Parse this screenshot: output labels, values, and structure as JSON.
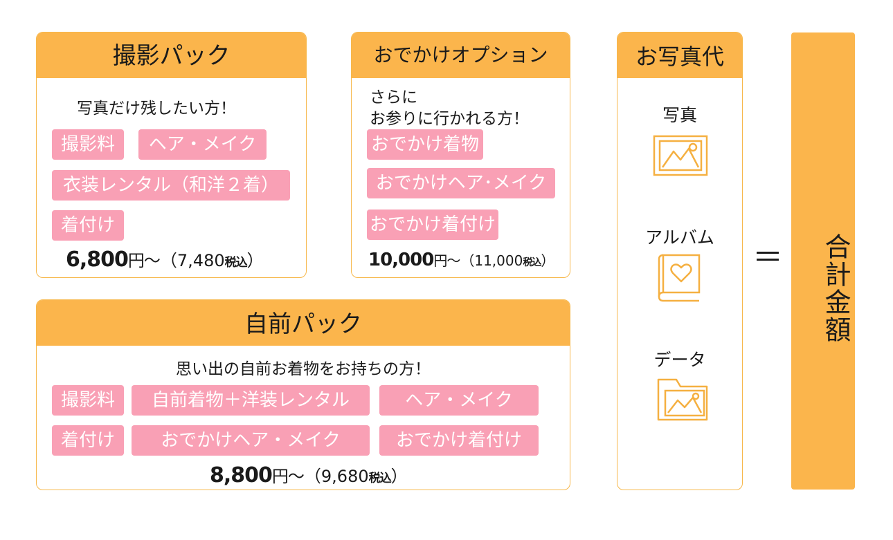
{
  "satsuei_pack": {
    "title": "撮影パック",
    "subtitle": "写真だけ残したい方！",
    "tags": [
      "撮影料",
      "ヘア・メイク",
      "衣装レンタル（和洋２着）",
      "着付け"
    ],
    "price": {
      "amount": "6,800",
      "yen": "円",
      "tail": "〜（7,480",
      "zei": "税込",
      "close": "）"
    }
  },
  "odekake_option": {
    "title": "おでかけオプション",
    "subtitle_line1": "さらに",
    "subtitle_line2": "お参りに行かれる方！",
    "tags": [
      "おでかけ着物",
      "おでかけヘア･メイク",
      "おでかけ着付け"
    ],
    "price": {
      "amount": "10,000",
      "yen": "円",
      "tail": "〜（11,000",
      "zei": "税込",
      "close": "）"
    }
  },
  "jizen_pack": {
    "title": "自前パック",
    "subtitle": "思い出の自前お着物をお持ちの方！",
    "tags": [
      "撮影料",
      "自前着物＋洋装レンタル",
      "ヘア・メイク",
      "着付け",
      "おでかけヘア・メイク",
      "おでかけ着付け"
    ],
    "price": {
      "amount": "8,800",
      "yen": "円",
      "tail": "〜（9,680",
      "zei": "税込",
      "close": "）"
    }
  },
  "photo_fee": {
    "title": "お写真代",
    "items": [
      {
        "label": "写真",
        "icon": "photo-frame-icon"
      },
      {
        "label": "アルバム",
        "icon": "heart-album-icon"
      },
      {
        "label": "データ",
        "icon": "folder-photo-icon"
      }
    ]
  },
  "equals": "＝",
  "total": {
    "label": "合計金額"
  },
  "colors": {
    "orange": "#fbb54c",
    "pink": "#f9a0b5",
    "icon": "#f5b041"
  }
}
